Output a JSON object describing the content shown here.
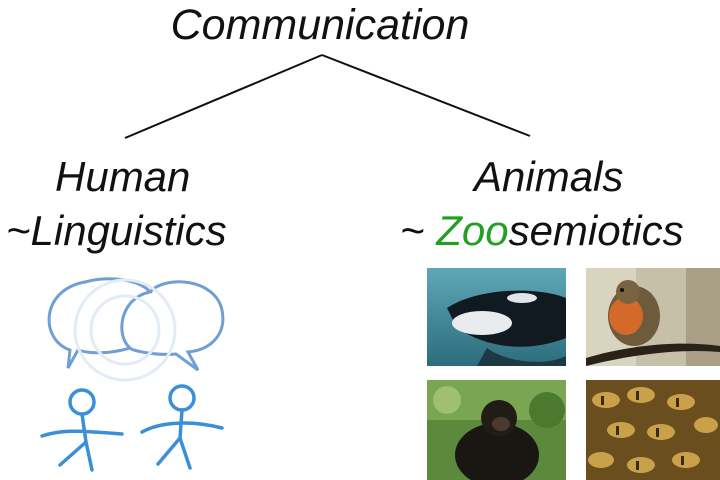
{
  "title": "Communication",
  "left_branch": {
    "line1": "Human",
    "line2": "~Linguistics"
  },
  "right_branch": {
    "line1": "Animals",
    "prefix": "~ ",
    "highlight": "Zoo",
    "suffix": "semiotics"
  },
  "colors": {
    "highlight": "#22a022",
    "stick_figures": "#3a8fd8",
    "bubbles": "#6f9fd6"
  },
  "icons": [
    "speech-bubble-icon",
    "stick-figure-icon"
  ],
  "photos": [
    "orca-photo",
    "robin-photo",
    "chimpanzee-photo",
    "bees-photo"
  ]
}
